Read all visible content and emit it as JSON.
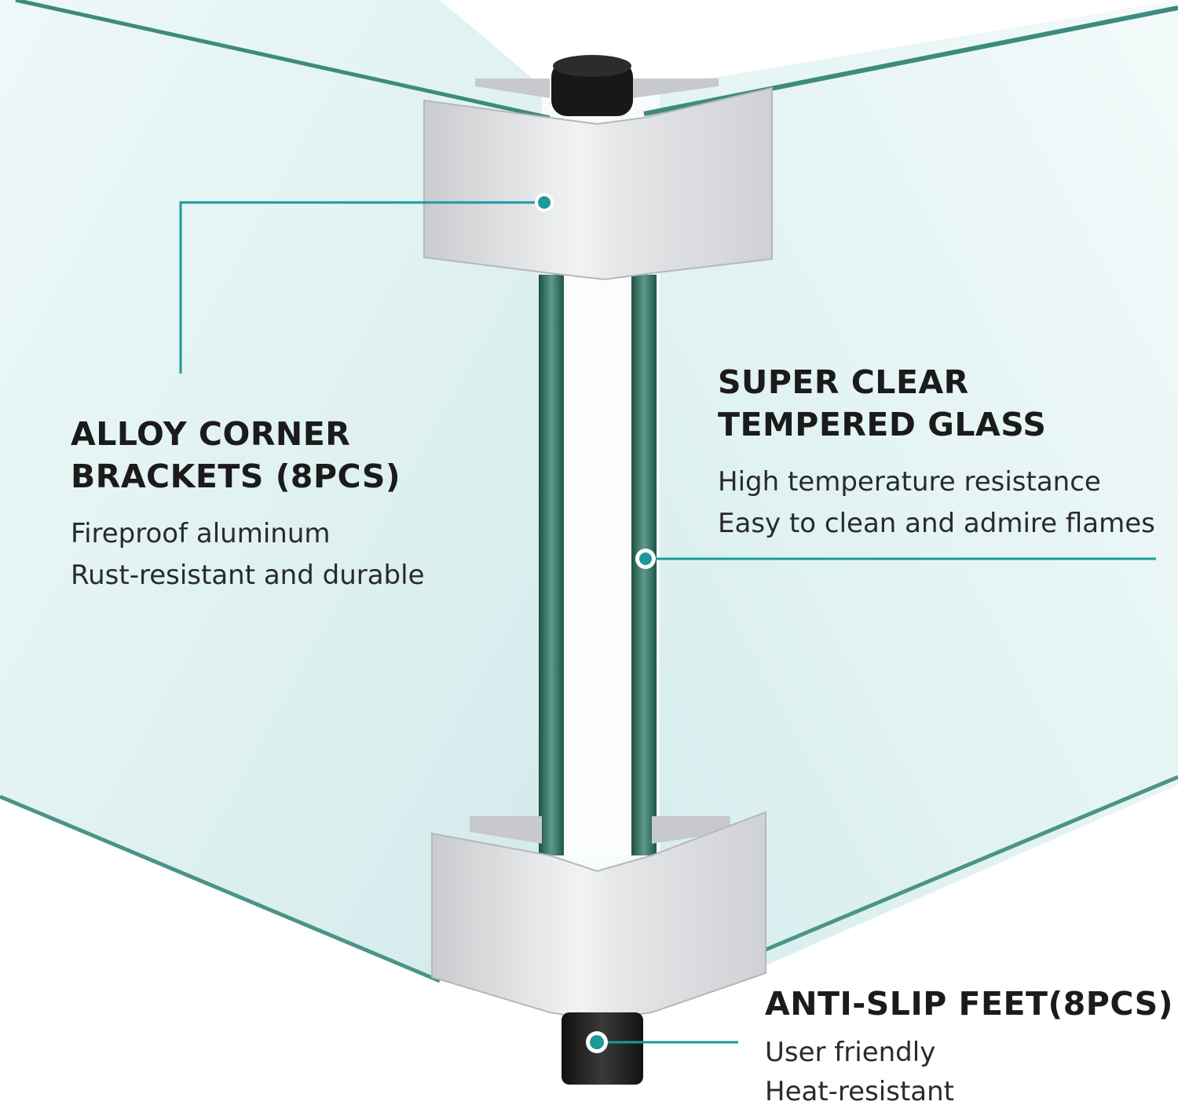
{
  "colors": {
    "accent": "#1a9a9a",
    "glass_tint": "#d9eeee",
    "glass_edge": "#2e6b5c",
    "aluminum": "#d7d9dc",
    "rubber_foot": "#1e1e1e"
  },
  "callouts": {
    "brackets": {
      "title": "ALLOY CORNER BRACKETS (8PCS)",
      "lines": [
        "Fireproof aluminum",
        "Rust-resistant and durable"
      ]
    },
    "glass": {
      "title": "SUPER CLEAR TEMPERED GLASS",
      "lines": [
        "High temperature resistance",
        "Easy to clean and admire flames"
      ]
    },
    "feet": {
      "title": "ANTI-SLIP FEET(8PCS)",
      "lines": [
        "User friendly",
        "Heat-resistant"
      ]
    }
  }
}
